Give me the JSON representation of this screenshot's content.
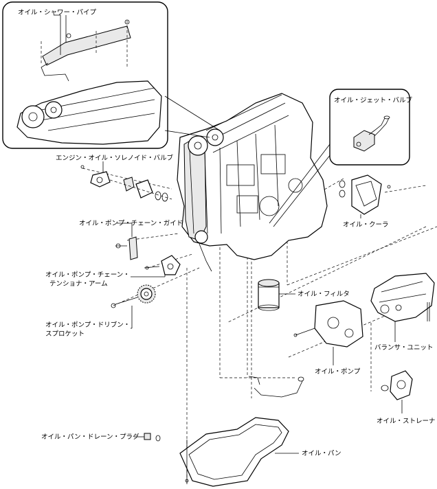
{
  "labels": {
    "oil_shower_pipe": "オイル・シャワー・パイプ",
    "oil_jet_valve": "オイル・ジェット・バルブ",
    "engine_oil_solenoid_valve": "エンジン・オイル・ソレノイド・バルブ",
    "oil_pump_chain_guide": "オイル・ポンプ・チェーン・ガイド",
    "oil_pump_chain_tensioner_arm_1": "オイル・ポンプ・チェーン・",
    "oil_pump_chain_tensioner_arm_2": "テンショナ・アーム",
    "oil_pump_driven_sprocket_1": "オイル・ポンプ・ドリブン・",
    "oil_pump_driven_sprocket_2": "スプロケット",
    "oil_cooler": "オイル・クーラ",
    "oil_filter": "オイル・フィルタ",
    "balancer_unit": "バランサ・ユニット",
    "oil_pump": "オイル・ポンプ",
    "oil_strainer": "オイル・ストレーナ",
    "oil_pan_drain_plug": "オイル・パン・ドレーン・プラグ",
    "oil_pan": "オイル・パン"
  }
}
